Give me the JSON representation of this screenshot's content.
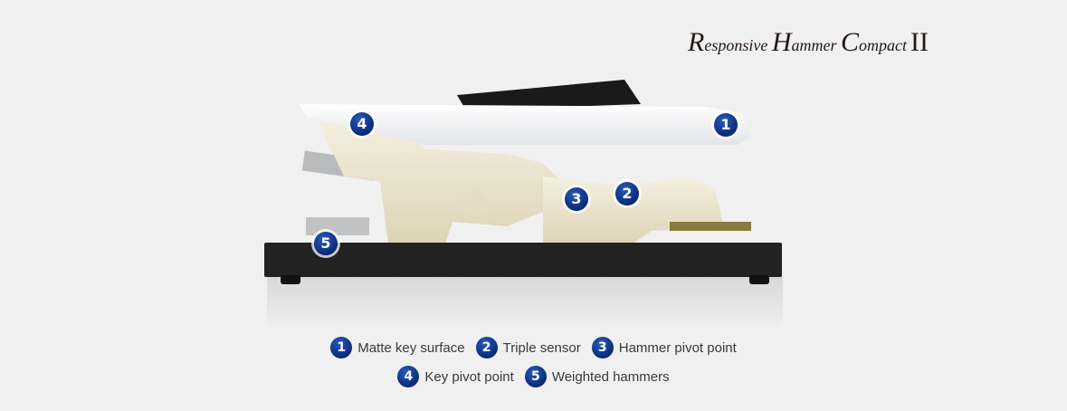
{
  "title": {
    "parts": [
      "R",
      "esponsive ",
      "H",
      "ammer ",
      "C",
      "ompact",
      "II"
    ]
  },
  "markers": [
    "1",
    "2",
    "3",
    "4",
    "5"
  ],
  "legend": [
    {
      "num": "1",
      "label": "Matte key surface"
    },
    {
      "num": "2",
      "label": "Triple sensor"
    },
    {
      "num": "3",
      "label": "Hammer pivot point"
    },
    {
      "num": "4",
      "label": "Key pivot point"
    },
    {
      "num": "5",
      "label": "Weighted hammers"
    }
  ],
  "colors": {
    "marker": "#0a2a78",
    "background": "#f0f0f0"
  }
}
